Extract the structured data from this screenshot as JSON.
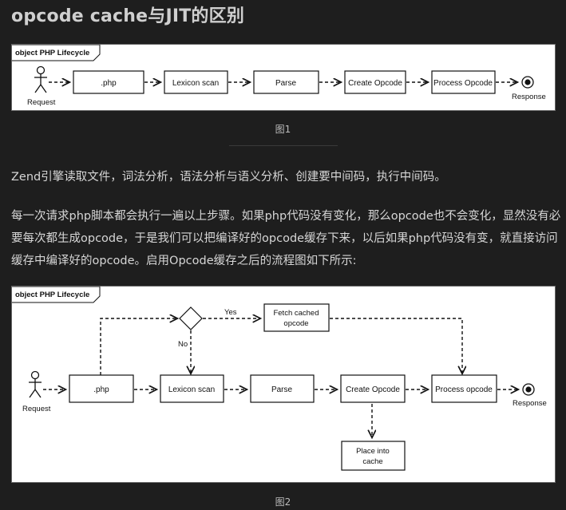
{
  "article": {
    "title": "opcode cache与JIT的区别",
    "paragraph1": "Zend引擎读取文件，词法分析，语法分析与语义分析、创建要中间码，执行中间码。",
    "paragraph2": "每一次请求php脚本都会执行一遍以上步骤。如果php代码没有变化，那么opcode也不会变化，显然没有必要每次都生成opcode，于是我们可以把编译好的opcode缓存下来，以后如果php代码没有变，就直接访问缓存中编译好的opcode。启用Opcode缓存之后的流程图如下所示:"
  },
  "figure1": {
    "caption": "图1",
    "frame_label": "object PHP Lifecycle",
    "start_label": "Request",
    "end_label": "Response",
    "steps": [
      ".php",
      "Lexicon scan",
      "Parse",
      "Create Opcode",
      "Process Opcode"
    ]
  },
  "figure2": {
    "caption": "图2",
    "frame_label": "object PHP Lifecycle",
    "start_label": "Request",
    "end_label": "Response",
    "steps": [
      ".php",
      "Lexicon scan",
      "Parse",
      "Create Opcode",
      "Process opcode"
    ],
    "decision_yes": "Yes",
    "decision_no": "No",
    "fetch_line1": "Fetch cached",
    "fetch_line2": "opcode",
    "place_line1": "Place into",
    "place_line2": "cache"
  }
}
